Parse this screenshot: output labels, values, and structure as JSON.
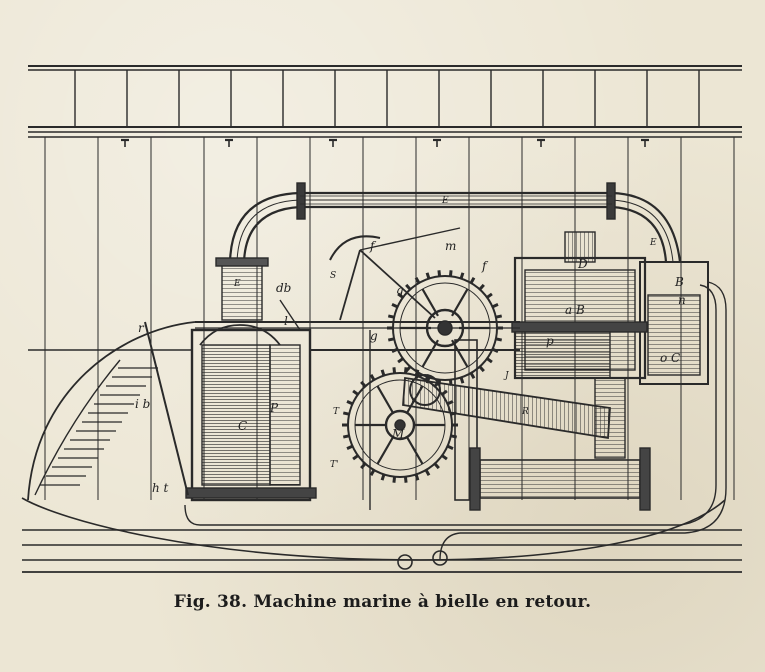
{
  "caption": {
    "figure_number": "Fig. 38.",
    "title": "Machine marine à bielle en retour."
  },
  "labels": {
    "E_top": "E",
    "E_left": "E",
    "E_right": "E",
    "f": "f",
    "m": "m",
    "S": "S",
    "db": "db",
    "l": "l",
    "q": "q",
    "g": "g",
    "f2": "f",
    "D": "D",
    "aB": "a B",
    "B": "B",
    "n": "n",
    "oC": "o C",
    "J": "J",
    "p": "p",
    "R": "R",
    "M": "M",
    "C": "C",
    "P": "P",
    "T": "T",
    "T2": "T'",
    "r": "r",
    "ib": "i b",
    "ht": "h t"
  }
}
